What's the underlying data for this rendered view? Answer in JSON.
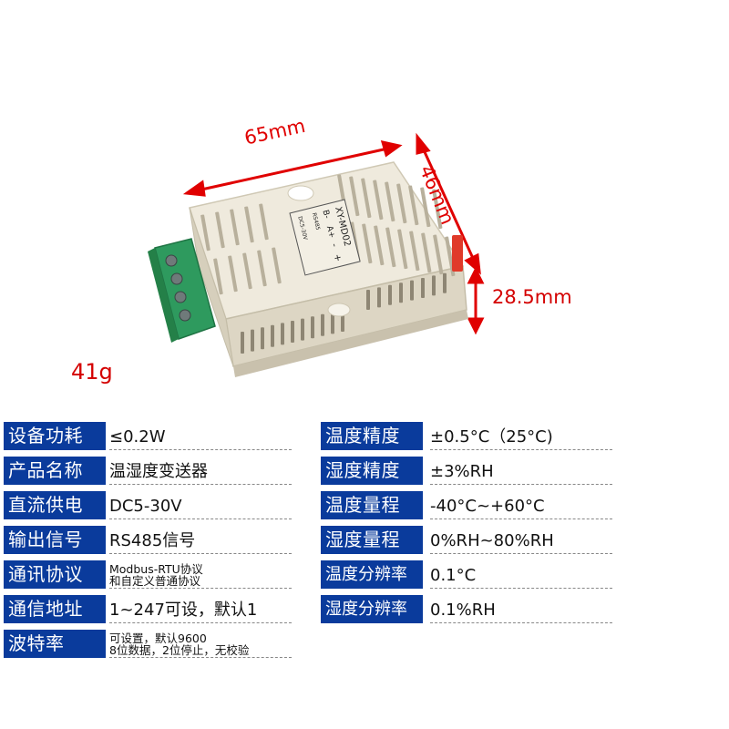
{
  "dimensions": {
    "width": "65mm",
    "depth": "46mm",
    "height": "28.5mm",
    "weight": "41g"
  },
  "device": {
    "model": "XY-MD02",
    "terminal_labels": [
      "B-",
      "A+",
      "RS485",
      "DC5-30V",
      "-",
      "+"
    ]
  },
  "colors": {
    "label_background": "#0a3b9c",
    "dimension_text": "#e00000",
    "terminal_block": "#2e9a5e",
    "housing": "#efeadd"
  },
  "specs_left": [
    {
      "label": "设备功耗",
      "value": [
        "≤0.2W"
      ]
    },
    {
      "label": "产品名称",
      "value": [
        "温湿度变送器"
      ]
    },
    {
      "label": "直流供电",
      "value": [
        "DC5-30V"
      ]
    },
    {
      "label": "输出信号",
      "value": [
        "RS485信号"
      ]
    },
    {
      "label": "通讯协议",
      "value": [
        "Modbus-RTU协议",
        "和自定义普通协议"
      ]
    },
    {
      "label": "通信地址",
      "value": [
        "1~247可设，默认1"
      ]
    },
    {
      "label": "波特率",
      "value": [
        "可设置，默认9600",
        "8位数据，2位停止，无校验"
      ]
    }
  ],
  "specs_right": [
    {
      "label": "温度精度",
      "value": [
        "±0.5°C（25°C)"
      ]
    },
    {
      "label": "湿度精度",
      "value": [
        "±3%RH"
      ]
    },
    {
      "label": "温度量程",
      "value": [
        "-40°C~+60°C"
      ]
    },
    {
      "label": "湿度量程",
      "value": [
        "0%RH~80%RH"
      ]
    },
    {
      "label": "温度分辨率",
      "value": [
        "0.1°C"
      ]
    },
    {
      "label": "湿度分辨率",
      "value": [
        "0.1%RH"
      ]
    }
  ]
}
